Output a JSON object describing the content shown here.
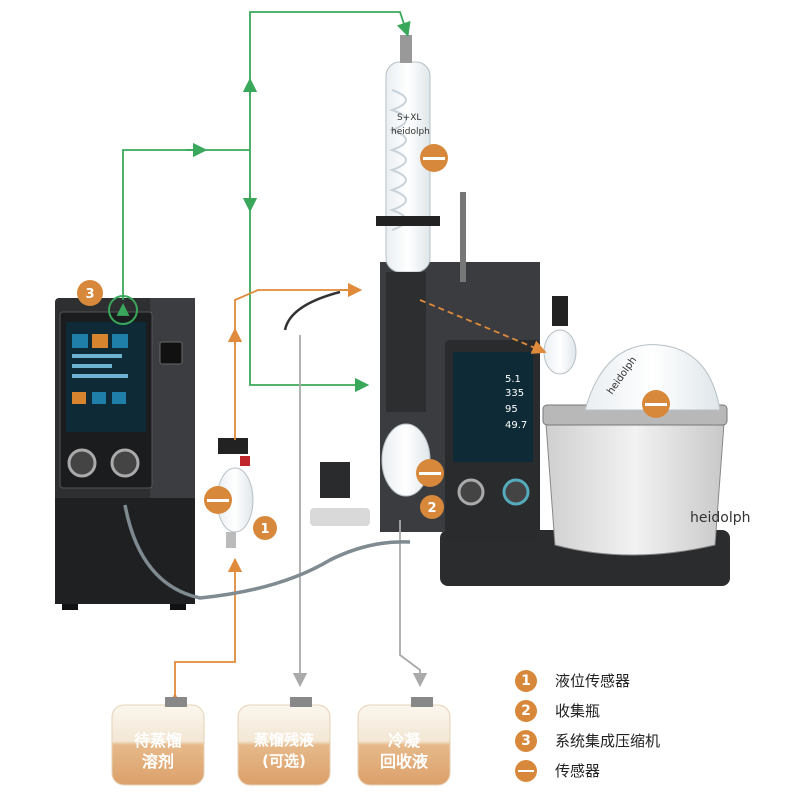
{
  "tanks": [
    {
      "line1": "待蒸馏",
      "line2": "溶剂"
    },
    {
      "line1": "蒸馏残液",
      "line2": "(可选)"
    },
    {
      "line1": "冷凝",
      "line2": "回收液"
    }
  ],
  "legend": [
    {
      "badge": "1",
      "label": "液位传感器"
    },
    {
      "badge": "2",
      "label": "收集瓶"
    },
    {
      "badge": "3",
      "label": "系统集成压缩机"
    },
    {
      "badge": "",
      "label": "传感器"
    }
  ],
  "callouts": {
    "level_sensor": "1",
    "collection_flask": "2",
    "compressor": "3"
  },
  "device_text": {
    "condenser_brand": "heidolph",
    "condenser_model": "S+XL",
    "flask_brand": "heidolph",
    "bath_brand": "heidolph",
    "screen_values": [
      "5.1",
      "335",
      "95",
      "49.7"
    ]
  },
  "colors": {
    "cooling_line": "#3aa85a",
    "solvent_line": "#e08a3c",
    "drain_line": "#aaaaaa",
    "accent": "#d8883a"
  }
}
